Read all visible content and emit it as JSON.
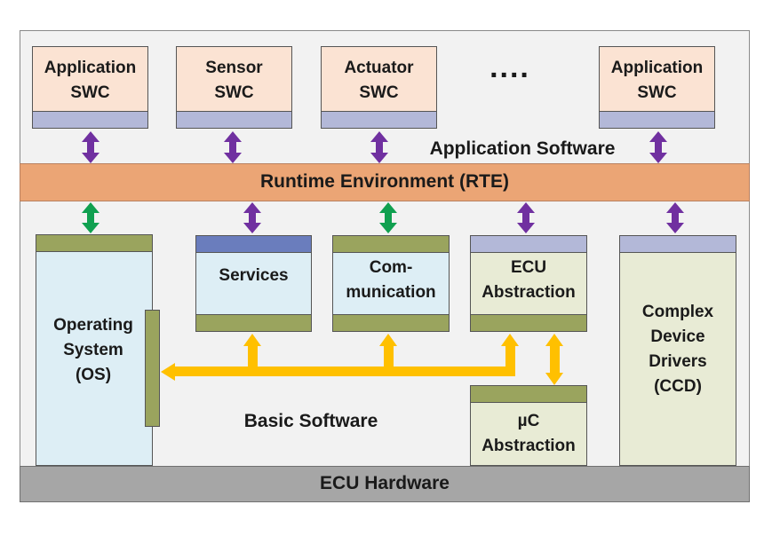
{
  "swc_boxes": [
    {
      "line1": "Application",
      "line2": "SWC"
    },
    {
      "line1": "Sensor",
      "line2": "SWC"
    },
    {
      "line1": "Actuator",
      "line2": "SWC"
    },
    {
      "line1": "Application",
      "line2": "SWC"
    }
  ],
  "ellipsis": "....",
  "application_software_label": "Application Software",
  "rte_label": "Runtime Environment (RTE)",
  "basic_software_label": "Basic Software",
  "hardware_label": "ECU Hardware",
  "modules": {
    "os": "Operating\nSystem\n(OS)",
    "services": "Services",
    "communication": "Com-\nmunication",
    "ecu_abstraction": "ECU\nAbstraction",
    "uc_abstraction": "µC\nAbstraction",
    "ccd": "Complex\nDevice\nDrivers\n(CCD)"
  },
  "colors": {
    "swc_fill": "#fbe3d3",
    "interface_strip": "#b3b8d8",
    "rte": "#eba575",
    "hardware": "#a6a6a6",
    "os_comm_fill": "#ddeef5",
    "abstraction_fill": "#e8ebd5",
    "green_strip": "#9aa45e",
    "blue_strip": "#6a7dbd",
    "purple_arrow": "#7030a0",
    "green_arrow": "#10a050",
    "yellow_arrow": "#ffc000"
  }
}
